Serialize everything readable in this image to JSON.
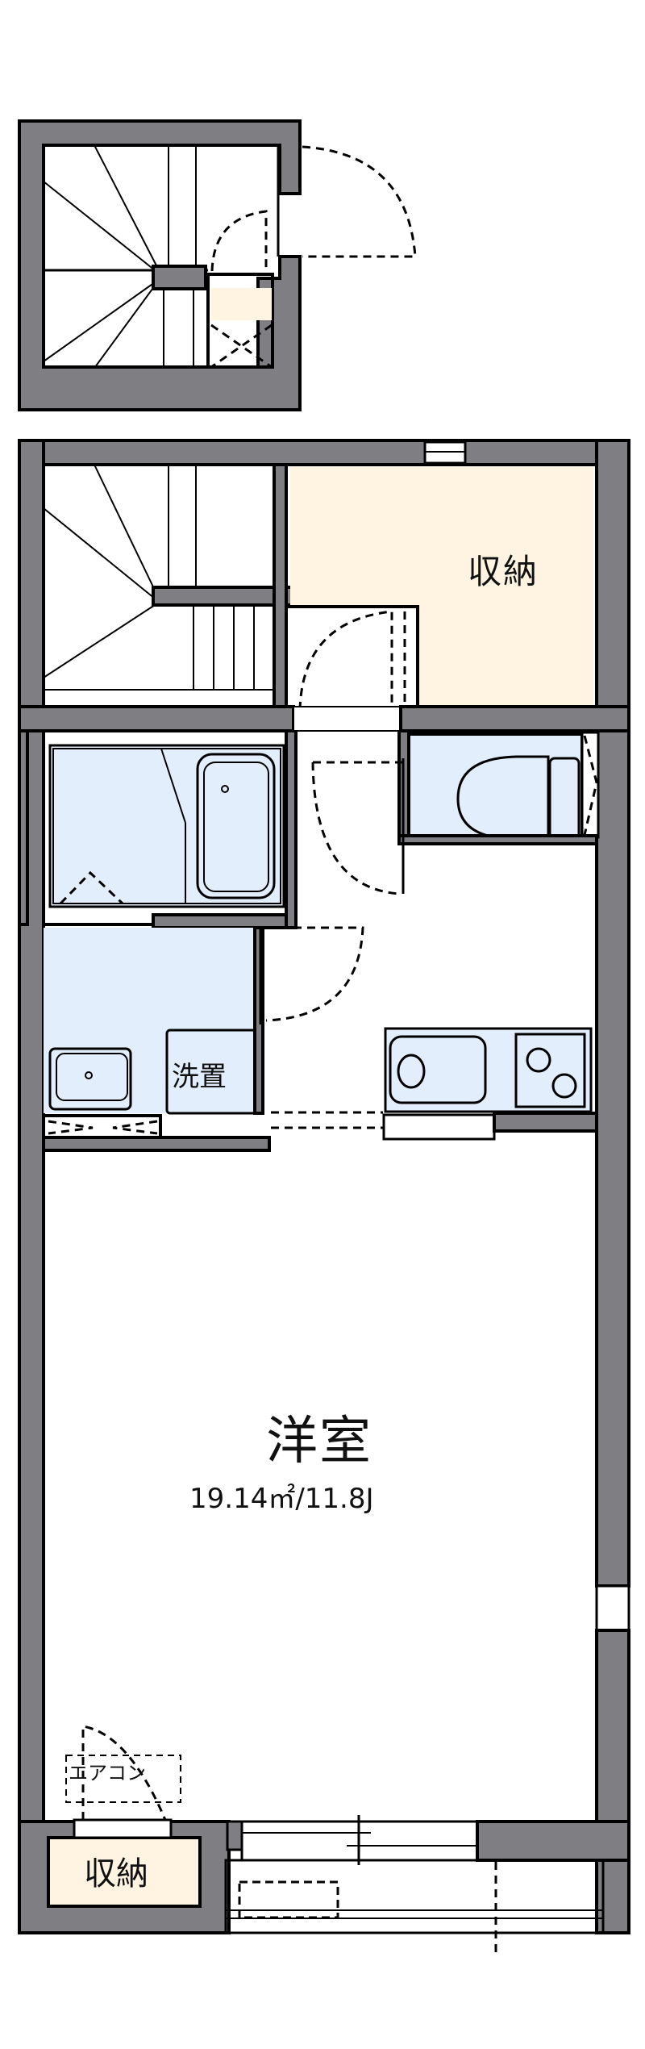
{
  "floorplan": {
    "colors": {
      "wall": "#7f7f83",
      "wall_edge": "#000000",
      "storage_fill": "#fff4e2",
      "wet_fill": "#e3eefc",
      "floor": "#ffffff"
    },
    "rooms": {
      "western_room": {
        "name": "洋室",
        "area": "19.14㎡/11.8J"
      },
      "storage_upper": {
        "name": "収納"
      },
      "storage_lower": {
        "name": "収納"
      },
      "washer_space": {
        "name": "洗置"
      },
      "aircon_label": {
        "name": "エアコン"
      }
    }
  }
}
